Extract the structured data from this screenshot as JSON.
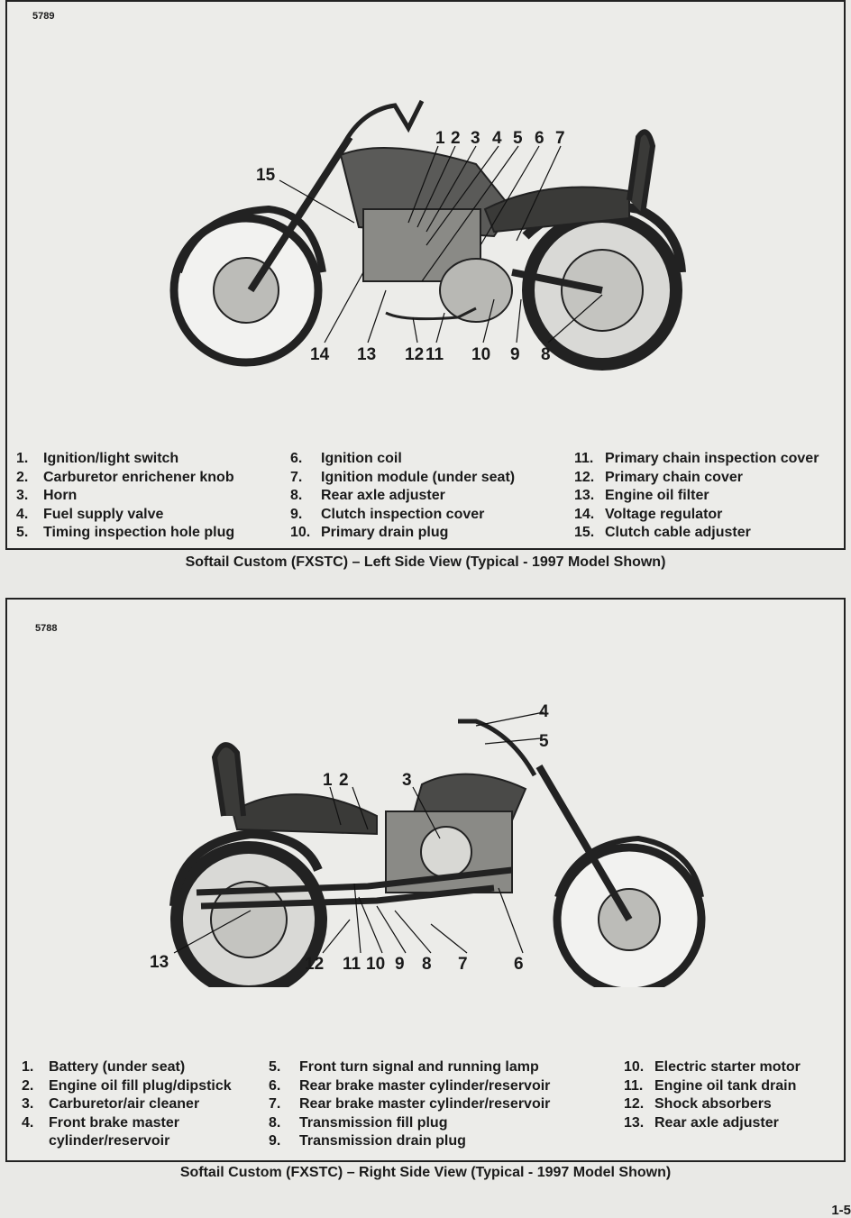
{
  "top": {
    "figure_id": "5789",
    "callouts": [
      "1",
      "2",
      "3",
      "4",
      "5",
      "6",
      "7",
      "8",
      "9",
      "10",
      "11",
      "12",
      "13",
      "14",
      "15"
    ],
    "legend_col1": [
      {
        "num": "1.",
        "label": "Ignition/light switch"
      },
      {
        "num": "2.",
        "label": "Carburetor enrichener knob"
      },
      {
        "num": "3.",
        "label": "Horn"
      },
      {
        "num": "4.",
        "label": "Fuel supply valve"
      },
      {
        "num": "5.",
        "label": "Timing inspection hole plug"
      }
    ],
    "legend_col2": [
      {
        "num": "6.",
        "label": "Ignition coil"
      },
      {
        "num": "7.",
        "label": "Ignition module (under seat)"
      },
      {
        "num": "8.",
        "label": "Rear axle adjuster"
      },
      {
        "num": "9.",
        "label": "Clutch inspection cover"
      },
      {
        "num": "10.",
        "label": "Primary drain plug"
      }
    ],
    "legend_col3": [
      {
        "num": "11.",
        "label": "Primary chain inspection cover"
      },
      {
        "num": "12.",
        "label": "Primary chain cover"
      },
      {
        "num": "13.",
        "label": "Engine oil filter"
      },
      {
        "num": "14.",
        "label": "Voltage regulator"
      },
      {
        "num": "15.",
        "label": "Clutch cable adjuster"
      }
    ],
    "caption": "Softail Custom (FXSTC) – Left Side View (Typical - 1997 Model Shown)"
  },
  "bottom": {
    "figure_id": "5788",
    "callouts": [
      "1",
      "2",
      "3",
      "4",
      "5",
      "6",
      "7",
      "8",
      "9",
      "10",
      "11",
      "12",
      "13"
    ],
    "legend_col1": [
      {
        "num": "1.",
        "label": "Battery (under seat)"
      },
      {
        "num": "2.",
        "label": "Engine oil fill plug/dipstick"
      },
      {
        "num": "3.",
        "label": "Carburetor/air cleaner"
      },
      {
        "num": "4.",
        "label": "Front brake master"
      },
      {
        "num": "",
        "label": "cylinder/reservoir"
      }
    ],
    "legend_col2": [
      {
        "num": "5.",
        "label": "Front turn signal and running lamp"
      },
      {
        "num": "6.",
        "label": "Rear brake master cylinder/reservoir"
      },
      {
        "num": "7.",
        "label": "Rear brake master cylinder/reservoir"
      },
      {
        "num": "8.",
        "label": "Transmission fill plug"
      },
      {
        "num": "9.",
        "label": "Transmission drain plug"
      }
    ],
    "legend_col3": [
      {
        "num": "10.",
        "label": "Electric starter motor"
      },
      {
        "num": "11.",
        "label": "Engine oil tank drain"
      },
      {
        "num": "12.",
        "label": "Shock absorbers"
      },
      {
        "num": "13.",
        "label": "Rear axle adjuster"
      }
    ],
    "caption": "Softail Custom (FXSTC) – Right Side View (Typical - 1997 Model Shown)"
  },
  "page_number": "1-5"
}
